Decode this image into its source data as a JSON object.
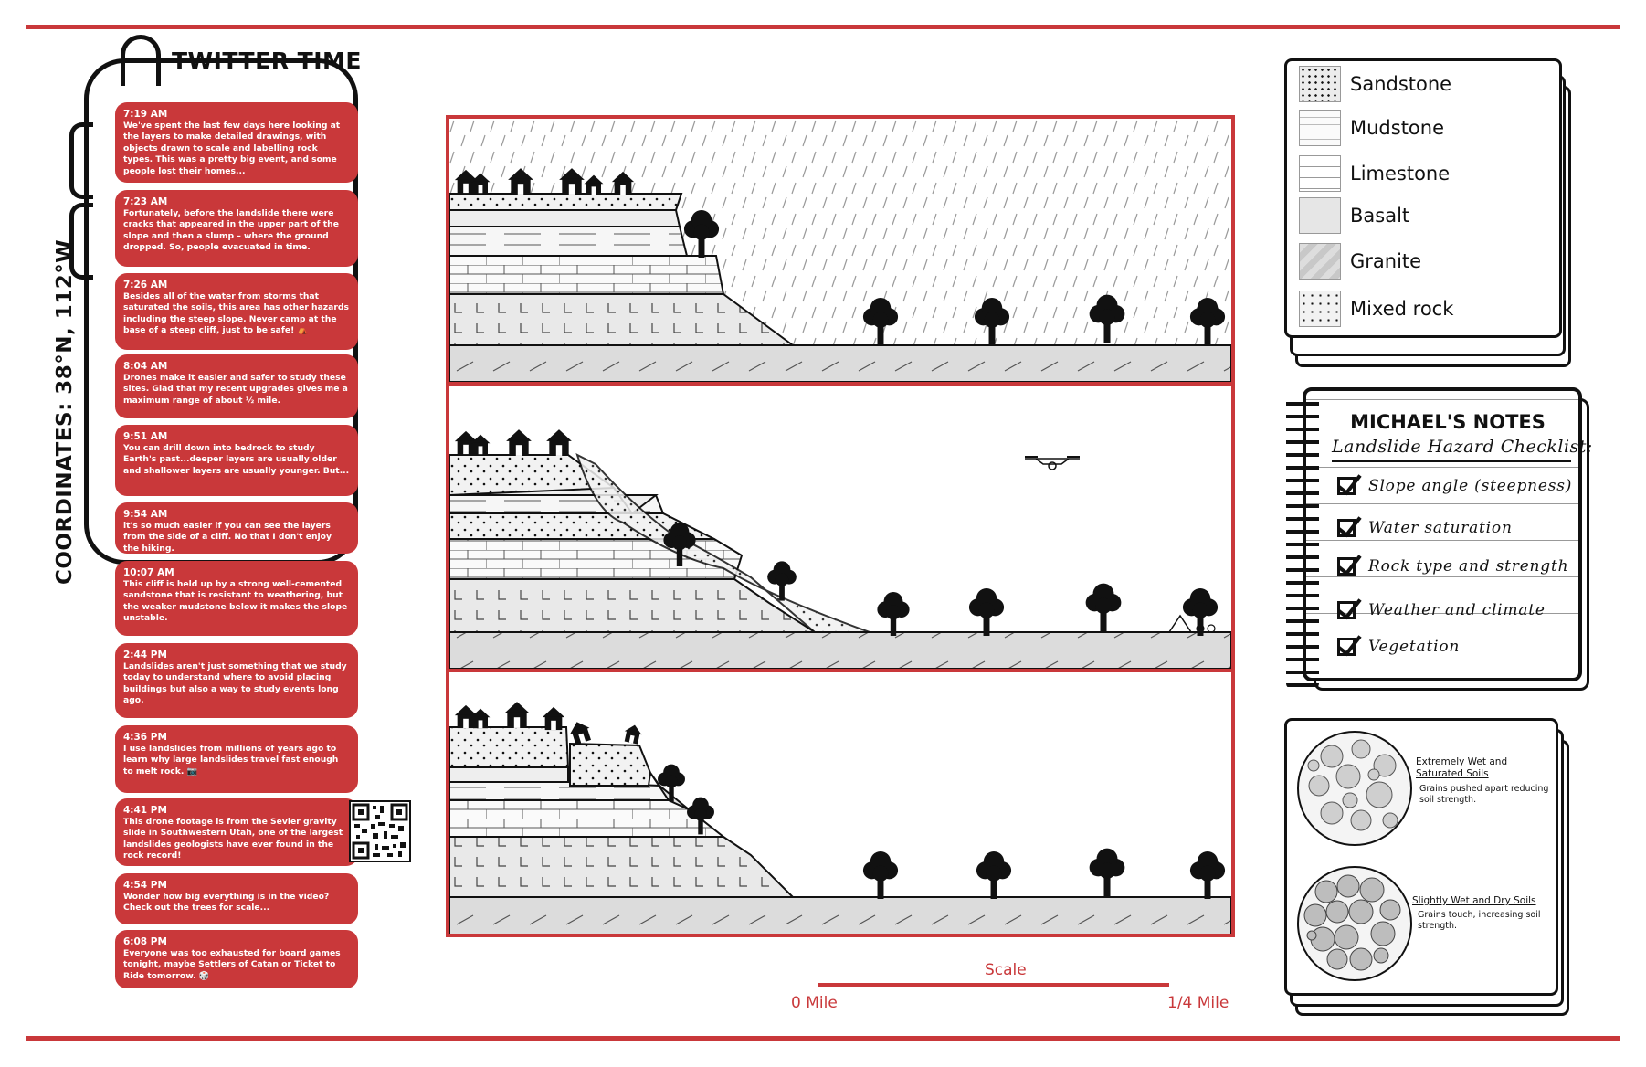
{
  "colors": {
    "accent": "#c9383a",
    "ink": "#111111"
  },
  "twitter": {
    "title": "TWITTER TIME",
    "coordinates": "COORDINATES: 38°N, 112°W",
    "tweets": [
      {
        "time": "7:19 AM",
        "text": "We've spent the last few days here looking at the layers to make detailed drawings, with objects drawn to scale and labelling rock types. This was a pretty big event, and some people lost their homes..."
      },
      {
        "time": "7:23 AM",
        "text": "Fortunately, before the landslide there were cracks that appeared in the upper part of the slope and then a slump – where the ground dropped. So, people evacuated in time."
      },
      {
        "time": "7:26 AM",
        "text": "Besides all of the water from storms that saturated the soils, this area has other hazards including the steep slope. Never camp at the base of a steep cliff, just to be safe! ⛺"
      },
      {
        "time": "8:04 AM",
        "text": "Drones make it easier and safer to study these sites. Glad that my recent upgrades gives me a maximum range of about ½ mile."
      },
      {
        "time": "9:51 AM",
        "text": "You can drill down into bedrock to study Earth's past...deeper layers are usually older and shallower layers are usually younger. But..."
      },
      {
        "time": "9:54 AM",
        "text": "it's so much easier if you can see the layers from the side of a cliff. No that I don't enjoy the hiking."
      },
      {
        "time": "10:07 AM",
        "text": "This cliff is held up by a strong well-cemented sandstone that is resistant to weathering, but the weaker mudstone below it makes the slope unstable."
      },
      {
        "time": "2:44 PM",
        "text": "Landslides aren't just something that we study today to understand where to avoid placing buildings but also a way to study events long ago."
      },
      {
        "time": "4:36 PM",
        "text": "I use landslides from millions of years ago to learn why large landslides travel fast enough to melt rock. 📷"
      },
      {
        "time": "4:41 PM",
        "text": "This drone footage is from the Sevier gravity slide in Southwestern Utah, one of the largest landslides geologists have ever found in the rock record!"
      },
      {
        "time": "4:54 PM",
        "text": "Wonder how big everything is in the video? Check out the trees for scale..."
      },
      {
        "time": "6:08 PM",
        "text": "Everyone was too exhausted for board games tonight, maybe Settlers of Catan or Ticket to Ride tomorrow. 🎲"
      }
    ]
  },
  "scale": {
    "title": "Scale",
    "start": "0 Mile",
    "end": "1/4 Mile"
  },
  "legend": {
    "items": [
      {
        "label": "Sandstone",
        "icon": "sandstone-swatch"
      },
      {
        "label": "Mudstone",
        "icon": "mudstone-swatch"
      },
      {
        "label": "Limestone",
        "icon": "limestone-swatch"
      },
      {
        "label": "Basalt",
        "icon": "basalt-swatch"
      },
      {
        "label": "Granite",
        "icon": "granite-swatch"
      },
      {
        "label": "Mixed rock",
        "icon": "mixed-rock-swatch"
      }
    ]
  },
  "notes": {
    "title": "MICHAEL'S NOTES",
    "subtitle": "Landslide Hazard Checklist:",
    "checklist": [
      "Slope angle (steepness)",
      "Water saturation",
      "Rock type and strength",
      "Weather and climate",
      "Vegetation"
    ]
  },
  "soils": {
    "wet_title": "Extremely Wet and Saturated Soils",
    "wet_text": "Grains pushed apart reducing soil strength.",
    "dry_title": "Slightly Wet and Dry Soils",
    "dry_text": "Grains touch, increasing soil strength."
  }
}
